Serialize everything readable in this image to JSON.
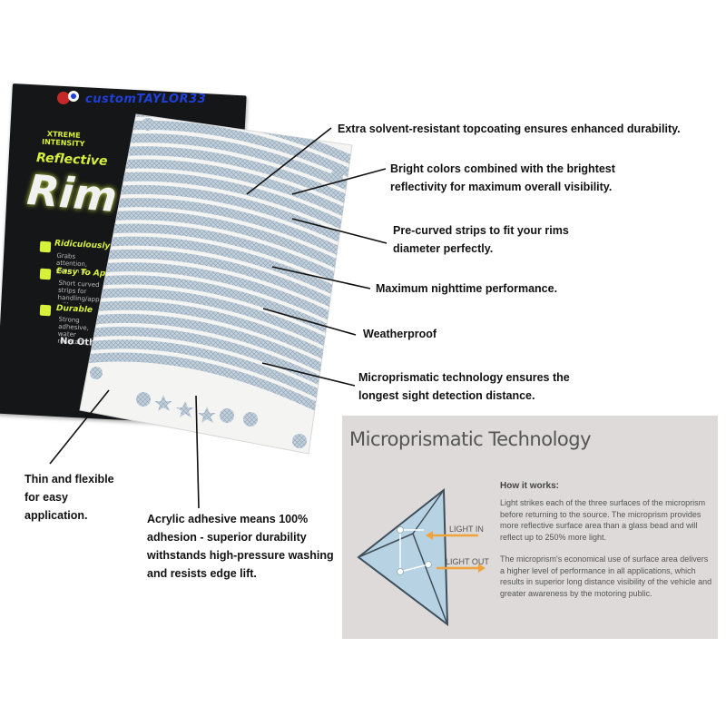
{
  "product": {
    "brand": "customTAYLOR33",
    "badge": "XTREME INTENSITY",
    "subtitle": "Reflective",
    "title": "Rim",
    "bullets": [
      {
        "label": "Ridiculously Bright",
        "text": "Grabs attention, even in d..."
      },
      {
        "label": "Easy To Apply",
        "text": "Short curved strips for handling/application without removing wh..."
      },
      {
        "label": "Durable",
        "text": "Strong adhesive, water resistant."
      }
    ],
    "footer": "No Other"
  },
  "annotations": {
    "topcoating": "Extra solvent-resistant topcoating ensures enhanced durability.",
    "colors": "Bright colors combined with the brightest reflectivity for maximum overall visibility.",
    "precurved": "Pre-curved strips to fit your rims diameter perfectly.",
    "nighttime": "Maximum nighttime performance.",
    "weatherproof": "Weatherproof",
    "microprismatic": "Microprismatic technology ensures the longest sight detection distance.",
    "thin": "Thin and flexible for easy application.",
    "adhesive": "Acrylic adhesive means 100% adhesion - superior durability withstands high-pressure washing and resists edge lift."
  },
  "panel": {
    "title": "Microprismatic Technology",
    "how_it_works": "How it works:",
    "paragraph1": "Light strikes each of the three surfaces of the microprism before returning to the source. The microprism provides more reflective surface area than a glass bead and will reflect up to 250% more light.",
    "paragraph2": "The microprism's economical use of surface area delivers a higher level of performance in all applications, which results in superior long distance visibility of the vehicle and greater awareness by the motoring public.",
    "light_in": "LIGHT IN",
    "light_out": "LIGHT OUT"
  },
  "colors": {
    "card": "#151617",
    "accent": "#d7f03a",
    "brand": "#1f3fd6",
    "strip": "#b9c9d6",
    "panel": "#dddad9",
    "prism": "#b7d3e3",
    "arrow": "#f0a33a"
  }
}
